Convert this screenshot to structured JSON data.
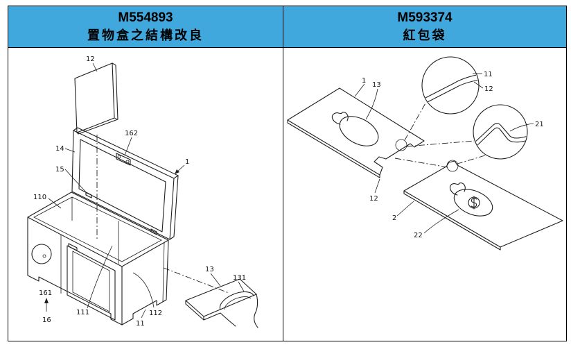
{
  "table": {
    "columns": [
      {
        "patent_number": "M554893",
        "title": "置物盒之結構改良"
      },
      {
        "patent_number": "M593374",
        "title": "紅包袋"
      }
    ]
  },
  "figures": {
    "left": {
      "labels": [
        "12",
        "162",
        "14",
        "1",
        "15",
        "110",
        "13",
        "131",
        "161",
        "16",
        "111",
        "11",
        "112"
      ]
    },
    "right": {
      "labels": [
        "1",
        "13",
        "11",
        "12",
        "21",
        "12",
        "2",
        "22"
      ]
    }
  },
  "colors": {
    "header_bg": "#41a8de",
    "border": "#000000",
    "line": "#1e1e1e"
  }
}
